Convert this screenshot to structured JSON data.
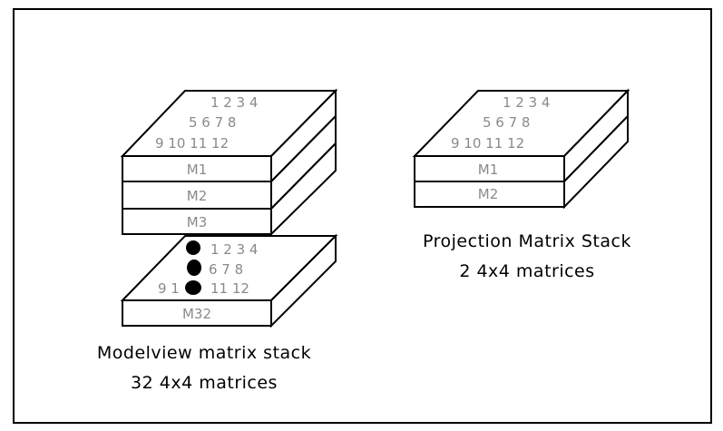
{
  "modelview": {
    "rows": [
      "1 2 3 4",
      "5 6 7 8",
      "9 10 11 12"
    ],
    "bottom_rows": [
      "1 2 3 4",
      "6 7 8",
      "9 1",
      "11 12"
    ],
    "labels": [
      "M1",
      "M2",
      "M3"
    ],
    "last_label": "M32",
    "caption_line1": "Modelview matrix stack",
    "caption_line2": "32 4x4 matrices"
  },
  "projection": {
    "rows": [
      "1 2 3 4",
      "5 6 7 8",
      "9 10 11 12"
    ],
    "labels": [
      "M1",
      "M2"
    ],
    "caption_line1": "Projection Matrix Stack",
    "caption_line2": "2 4x4 matrices"
  }
}
